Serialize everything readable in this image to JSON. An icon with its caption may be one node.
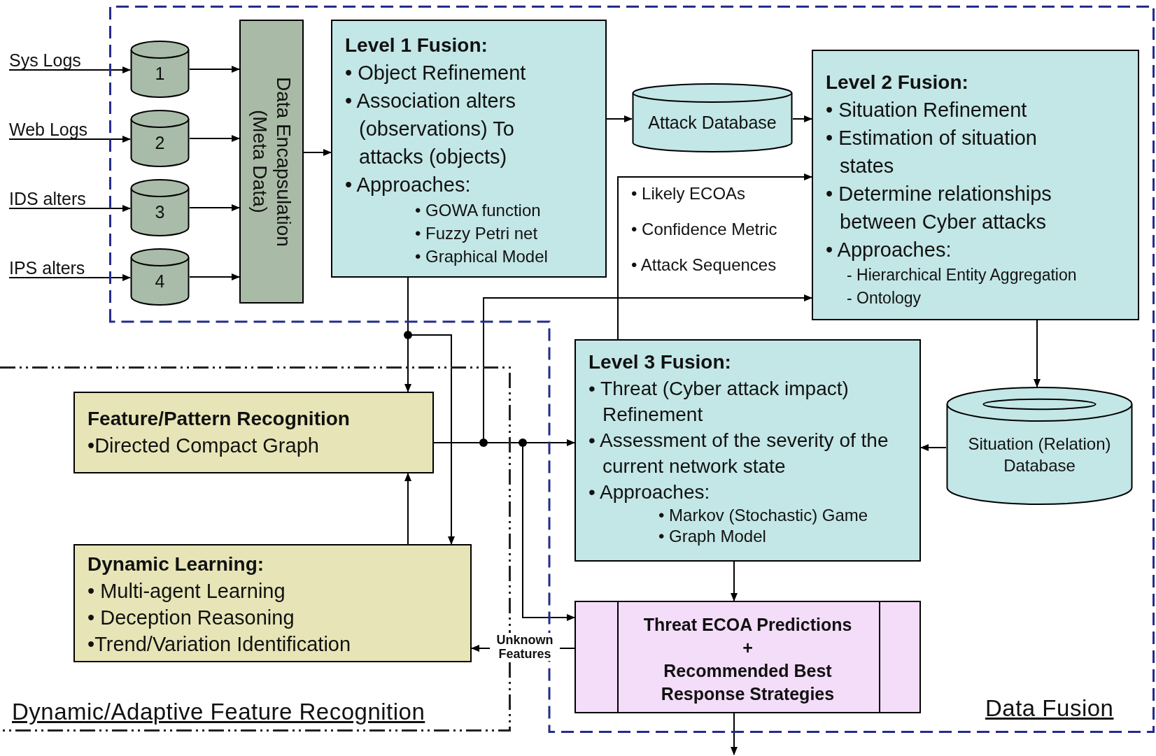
{
  "diagram": {
    "nodes": [
      {
        "text": [
          "Data Fusion"
        ]
      },
      {
        "text": [
          "Sys Logs"
        ]
      },
      {
        "text": [
          "Web Logs"
        ]
      },
      {
        "text": [
          "IDS alters"
        ]
      },
      {
        "text": [
          "IPS alters"
        ]
      },
      {
        "text": [
          "1"
        ],
        "in": 0
      },
      {
        "text": [
          "2"
        ],
        "in": 0
      },
      {
        "text": [
          "3"
        ],
        "in": 0
      },
      {
        "text": [
          "4"
        ],
        "in": 0
      },
      {
        "text": [
          "Data Encapsulation (Meta Data)"
        ],
        "in": 0
      },
      {
        "text": [
          "Level 1 Fusion:",
          "• Object Refinement",
          "• Association alters (observations) To attacks (objects)",
          "• Approaches:",
          "• GOWA function",
          "• Fuzzy Petri net",
          "• Graphical Model"
        ],
        "in": 0
      },
      {
        "text": [
          "Attack Database"
        ],
        "in": 0
      },
      {
        "text": [
          "Level 2 Fusion:",
          "• Situation Refinement",
          "• Estimation of situation states",
          "• Determine relationships between Cyber attacks",
          "• Approaches:",
          "- Hierarchical Entity Aggregation",
          "- Ontology"
        ],
        "in": 0
      },
      {
        "text": [
          "Dynamic/Adaptive Feature Recognition"
        ]
      },
      {
        "text": [
          "Feature/Pattern Recognition",
          "•Directed Compact Graph"
        ],
        "in": 13
      },
      {
        "text": [
          "Dynamic Learning:",
          "• Multi-agent Learning",
          "• Deception Reasoning",
          "•Trend/Variation Identification"
        ],
        "in": 13
      },
      {
        "text": [
          "Level 3 Fusion:",
          "• Threat (Cyber attack impact) Refinement",
          "• Assessment of the severity of the current network state",
          "• Approaches:",
          "• Markov (Stochastic) Game",
          "• Graph Model"
        ],
        "in": 0
      },
      {
        "text": [
          "Situation (Relation) Database"
        ],
        "in": 0
      },
      {
        "text": [
          "Threat ECOA Predictions",
          "+",
          "Recommended Best Response Strategies"
        ],
        "in": 0
      }
    ],
    "edges": [
      {
        "from": 1,
        "to": 5,
        "arrow": "to"
      },
      {
        "from": 2,
        "to": 6,
        "arrow": "to"
      },
      {
        "from": 3,
        "to": 7,
        "arrow": "to"
      },
      {
        "from": 4,
        "to": 8,
        "arrow": "to"
      },
      {
        "from": 5,
        "to": 9,
        "arrow": "to"
      },
      {
        "from": 6,
        "to": 9,
        "arrow": "to"
      },
      {
        "from": 7,
        "to": 9,
        "arrow": "to"
      },
      {
        "from": 8,
        "to": 9,
        "arrow": "to"
      },
      {
        "from": 9,
        "to": 10,
        "arrow": "to"
      },
      {
        "from": 10,
        "to": 11,
        "arrow": "to"
      },
      {
        "from": 11,
        "to": 12,
        "arrow": "to"
      },
      {
        "from": 10,
        "to": 14,
        "arrow": "to"
      },
      {
        "from": 10,
        "to": 15,
        "arrow": "to"
      },
      {
        "from": 15,
        "to": 14,
        "arrow": "to"
      },
      {
        "from": 14,
        "to": 16,
        "arrow": "to"
      },
      {
        "from": 14,
        "to": 12,
        "arrow": "to"
      },
      {
        "from": 14,
        "to": 18,
        "arrow": "to"
      },
      {
        "from": 16,
        "to": 12,
        "arrow": "to"
      },
      {
        "from": 12,
        "to": 17,
        "arrow": "to"
      },
      {
        "from": 17,
        "to": 16,
        "arrow": "to"
      },
      {
        "from": 16,
        "to": 18,
        "arrow": "to"
      },
      {
        "from": 18,
        "to": 15,
        "arrow": "to",
        "label": "Unknown Features"
      },
      {
        "from": 18,
        "to": null,
        "arrow": "to"
      }
    ],
    "labels": [
      "• Likely ECOAs",
      "• Confidence Metric",
      "• Attack Sequences"
    ]
  }
}
